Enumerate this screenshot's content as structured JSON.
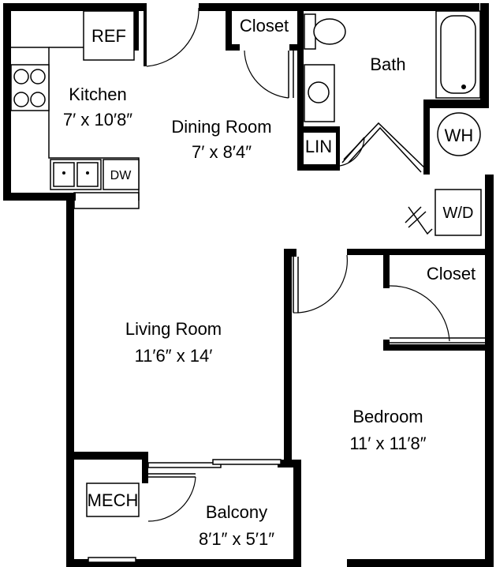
{
  "rooms": {
    "kitchen": {
      "name": "Kitchen",
      "size": "7′ x 10′8″"
    },
    "dining": {
      "name": "Dining Room",
      "size": "7′ x 8′4″"
    },
    "living": {
      "name": "Living Room",
      "size": "11′6″ x 14′"
    },
    "bedroom": {
      "name": "Bedroom",
      "size": "11′ x 11′8″"
    },
    "balcony": {
      "name": "Balcony",
      "size": "8′1″ x 5′1″"
    },
    "bath": {
      "name": "Bath"
    },
    "closet_top": {
      "name": "Closet"
    },
    "closet_bedroom": {
      "name": "Closet"
    }
  },
  "fixtures": {
    "ref": "REF",
    "dw": "DW",
    "lin": "LIN",
    "wh": "WH",
    "wd": "W/D",
    "mech": "MECH"
  }
}
